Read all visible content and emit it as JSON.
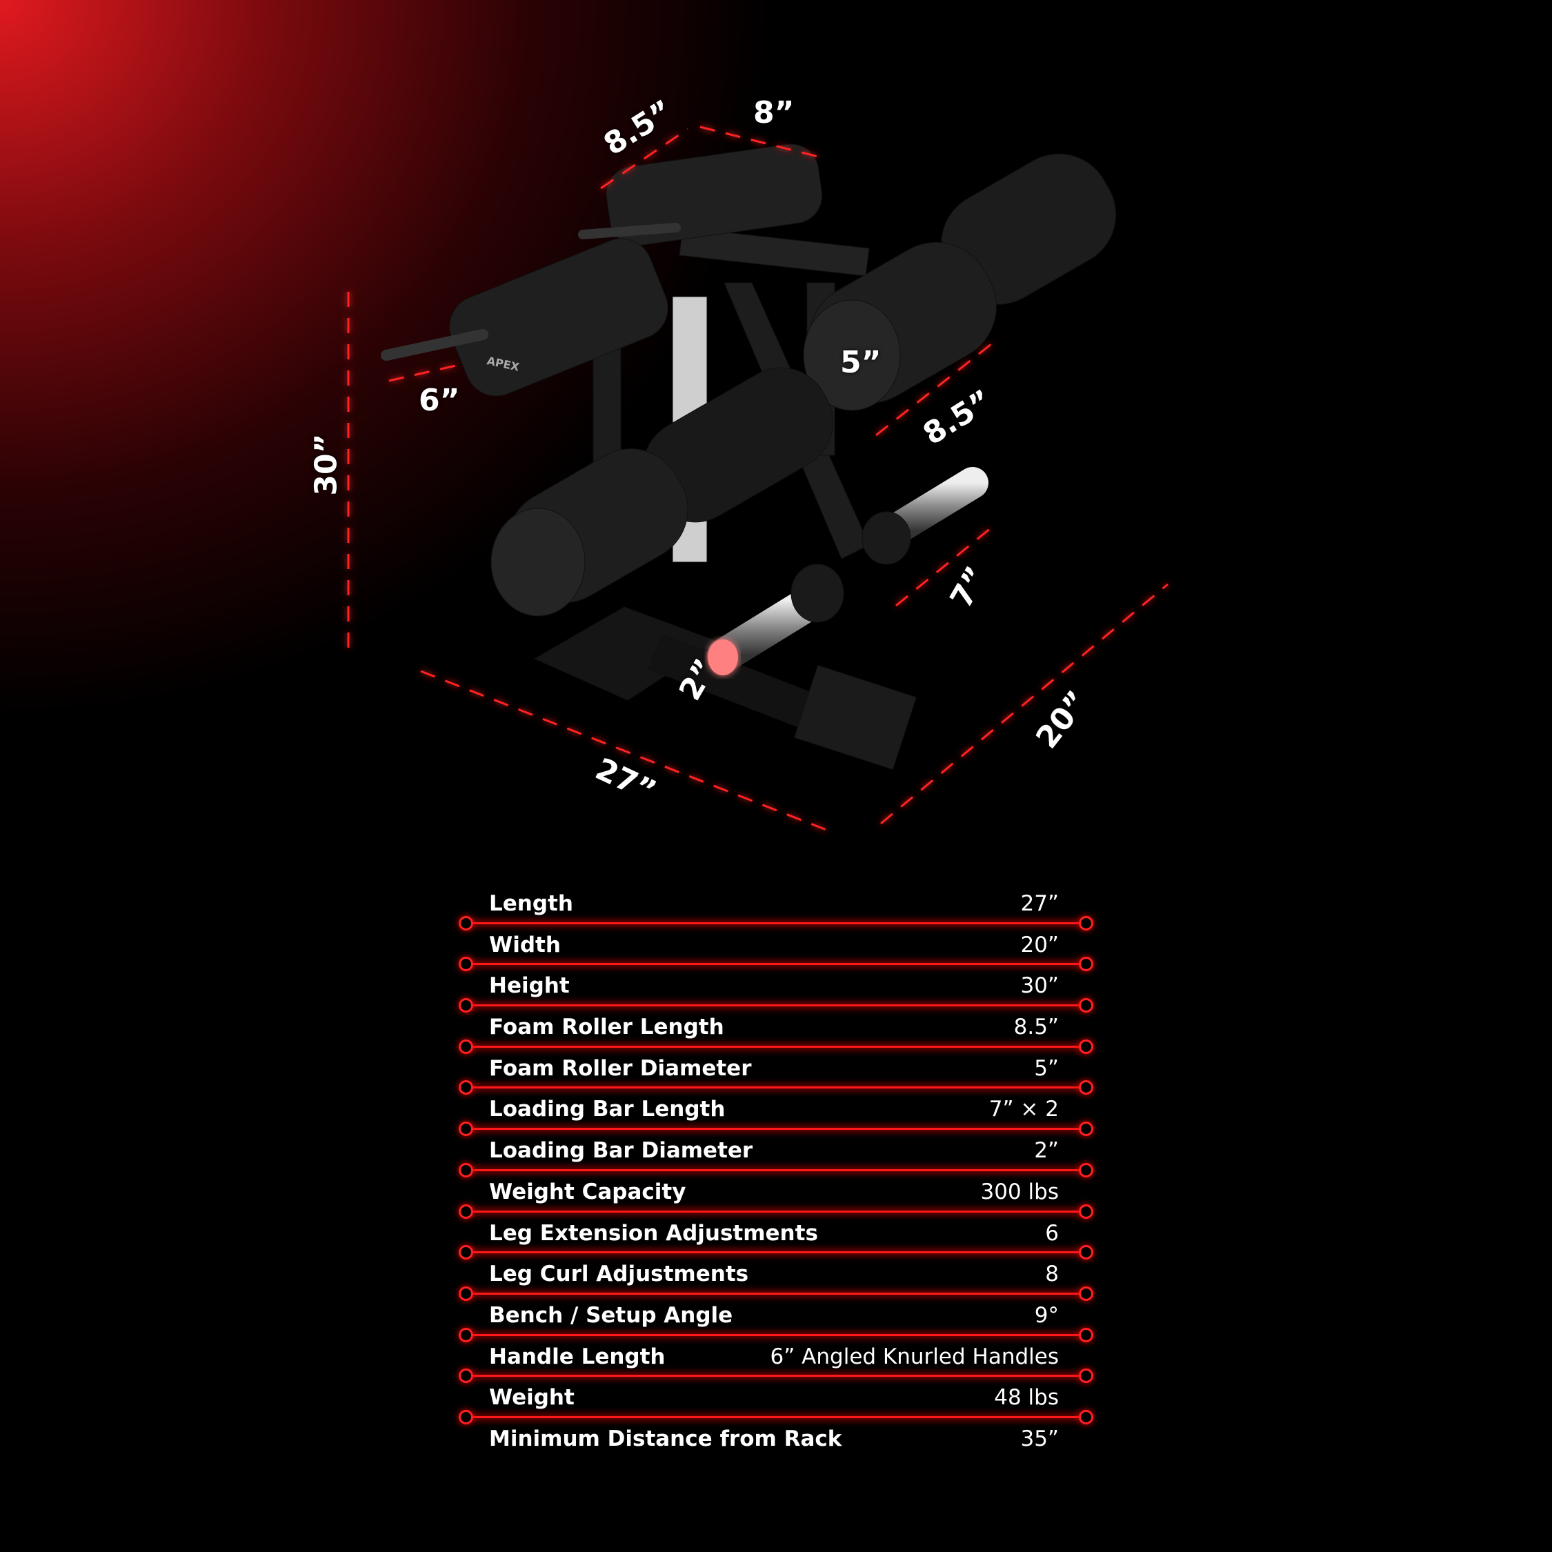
{
  "brand": "APEX",
  "colors": {
    "accent": "#ff1a1a",
    "background": "#000000",
    "gradient": "#e01a1f"
  },
  "dimensions": {
    "pad_length": "8.5”",
    "pad_gap": "8”",
    "handle": "6”",
    "height": "30”",
    "roller_diameter": "5”",
    "roller_length": "8.5”",
    "bar_length": "7”",
    "bar_diameter": "2”",
    "length": "27”",
    "width": "20”"
  },
  "specs": [
    {
      "label": "Length",
      "value": "27”"
    },
    {
      "label": "Width",
      "value": "20”"
    },
    {
      "label": "Height",
      "value": "30”"
    },
    {
      "label": "Foam Roller Length",
      "value": "8.5”"
    },
    {
      "label": "Foam Roller Diameter",
      "value": "5”"
    },
    {
      "label": "Loading Bar Length",
      "value": "7” × 2"
    },
    {
      "label": "Loading Bar Diameter",
      "value": "2”"
    },
    {
      "label": "Weight Capacity",
      "value": "300 lbs"
    },
    {
      "label": "Leg Extension Adjustments",
      "value": "6"
    },
    {
      "label": "Leg Curl Adjustments",
      "value": "8"
    },
    {
      "label": "Bench / Setup Angle",
      "value": "9°"
    },
    {
      "label": "Handle Length",
      "value": "6” Angled Knurled Handles"
    },
    {
      "label": "Weight",
      "value": "48 lbs"
    },
    {
      "label": "Minimum Distance from Rack",
      "value": "35”"
    }
  ]
}
